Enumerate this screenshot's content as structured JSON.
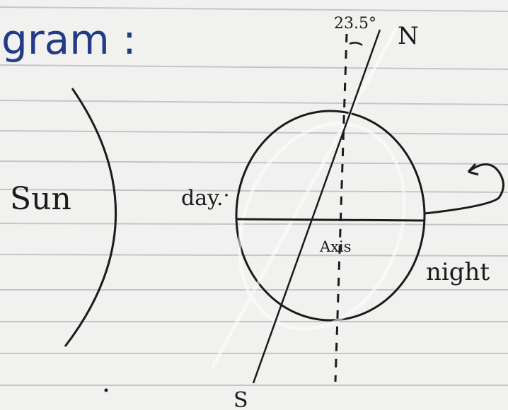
{
  "heading": "gram :",
  "labels": {
    "angle": "23.5°",
    "north": "N",
    "south": "S",
    "sun": "Sun",
    "day": "day.",
    "axis": "Axis",
    "night": "night"
  },
  "colors": {
    "paper": "#f1f1ef",
    "rule_line": "#bfc3c7",
    "pencil": "#1b1b1b",
    "heading_ink": "#233a86"
  }
}
